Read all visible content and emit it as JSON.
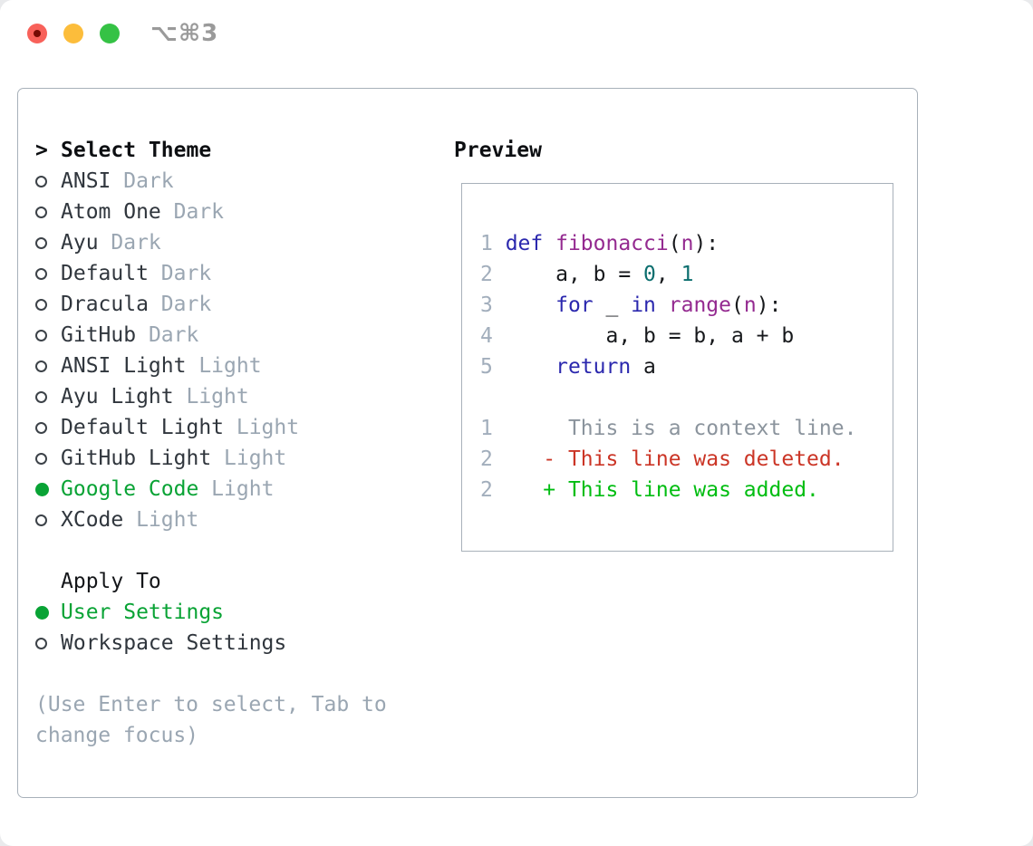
{
  "window": {
    "title": "⌥⌘3",
    "traffic_lights": [
      "close",
      "minimize",
      "zoom"
    ]
  },
  "theme_panel": {
    "header": {
      "prefix": ">",
      "label": "Select Theme"
    },
    "themes": [
      {
        "name": "ANSI",
        "variant": "Dark",
        "selected": false
      },
      {
        "name": "Atom One",
        "variant": "Dark",
        "selected": false
      },
      {
        "name": "Ayu",
        "variant": "Dark",
        "selected": false
      },
      {
        "name": "Default",
        "variant": "Dark",
        "selected": false
      },
      {
        "name": "Dracula",
        "variant": "Dark",
        "selected": false
      },
      {
        "name": "GitHub",
        "variant": "Dark",
        "selected": false
      },
      {
        "name": "ANSI Light",
        "variant": "Light",
        "selected": false
      },
      {
        "name": "Ayu Light",
        "variant": "Light",
        "selected": false
      },
      {
        "name": "Default Light",
        "variant": "Light",
        "selected": false
      },
      {
        "name": "GitHub Light",
        "variant": "Light",
        "selected": false
      },
      {
        "name": "Google Code",
        "variant": "Light",
        "selected": true
      },
      {
        "name": "XCode",
        "variant": "Light",
        "selected": false
      }
    ],
    "apply_to": {
      "label": "Apply To",
      "options": [
        {
          "label": "User Settings",
          "selected": true
        },
        {
          "label": "Workspace Settings",
          "selected": false
        }
      ]
    },
    "help_lines": [
      "(Use Enter to select, Tab to",
      "change focus)"
    ]
  },
  "preview": {
    "label": "Preview",
    "colors": {
      "keyword": "#2b28ae",
      "function": "#942a90",
      "number": "#0b6e6e",
      "plain": "#17191c",
      "context": "#8b949d",
      "deleted": "#cb3526",
      "added": "#00bd11",
      "line_number": "#a2aebc",
      "selected_green": "#09a335"
    },
    "code_lines": [
      {
        "num": "1",
        "segments": [
          {
            "text": "def ",
            "color": "keyword"
          },
          {
            "text": "fibonacci",
            "color": "function"
          },
          {
            "text": "(",
            "color": "plain"
          },
          {
            "text": "n",
            "color": "function"
          },
          {
            "text": "):",
            "color": "plain"
          }
        ]
      },
      {
        "num": "2",
        "segments": [
          {
            "text": "    a, b = ",
            "color": "plain"
          },
          {
            "text": "0",
            "color": "number"
          },
          {
            "text": ", ",
            "color": "plain"
          },
          {
            "text": "1",
            "color": "number"
          }
        ]
      },
      {
        "num": "3",
        "segments": [
          {
            "text": "    ",
            "color": "plain"
          },
          {
            "text": "for",
            "color": "keyword"
          },
          {
            "text": " _ ",
            "color": "plain"
          },
          {
            "text": "in",
            "color": "keyword"
          },
          {
            "text": " ",
            "color": "plain"
          },
          {
            "text": "range",
            "color": "function"
          },
          {
            "text": "(",
            "color": "plain"
          },
          {
            "text": "n",
            "color": "function"
          },
          {
            "text": "):",
            "color": "plain"
          }
        ]
      },
      {
        "num": "4",
        "segments": [
          {
            "text": "        a, b = b, a + b",
            "color": "plain"
          }
        ]
      },
      {
        "num": "5",
        "segments": [
          {
            "text": "    ",
            "color": "plain"
          },
          {
            "text": "return",
            "color": "keyword"
          },
          {
            "text": " a",
            "color": "plain"
          }
        ]
      },
      {
        "num": "",
        "segments": []
      },
      {
        "num": "1",
        "segments": [
          {
            "text": "     This is a context line.",
            "color": "context"
          }
        ]
      },
      {
        "num": "2",
        "segments": [
          {
            "text": "   - This line was deleted.",
            "color": "deleted"
          }
        ]
      },
      {
        "num": "2",
        "segments": [
          {
            "text": "   + This line was added.",
            "color": "added"
          }
        ]
      }
    ]
  }
}
